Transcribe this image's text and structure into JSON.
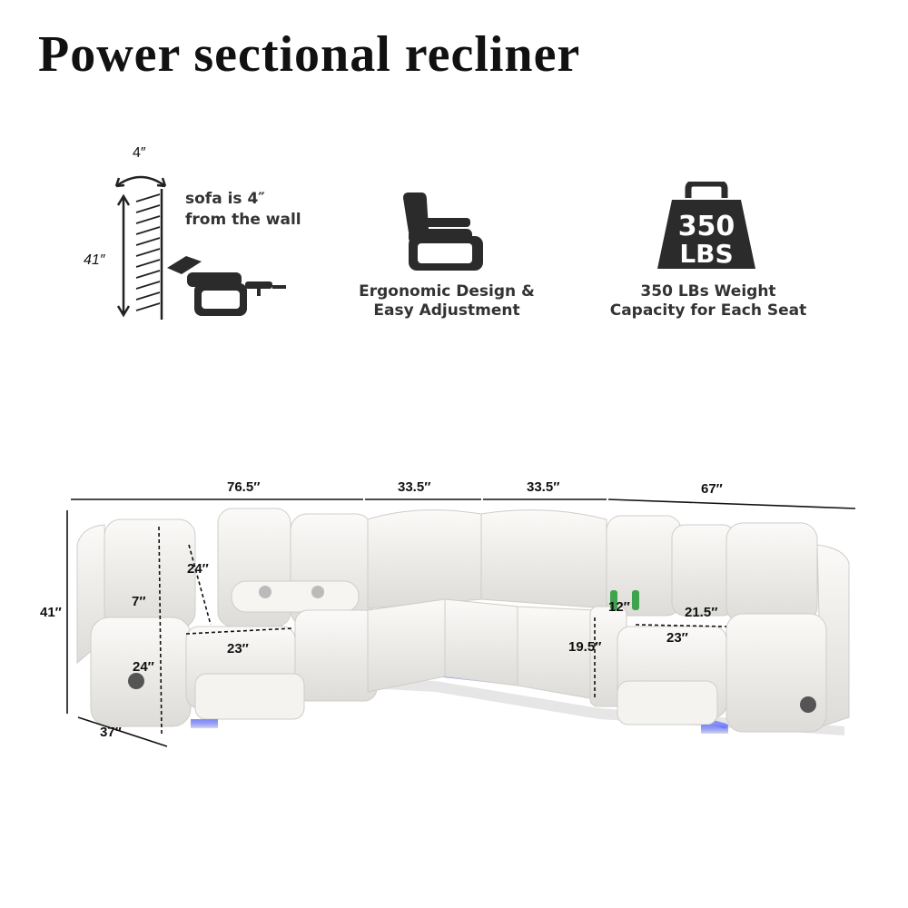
{
  "title": "Power sectional recliner",
  "features": [
    {
      "icon": "wall-clearance-icon",
      "top_label": "4″",
      "side_label": "41″",
      "line1": "sofa is 4″",
      "line2": "from the wall"
    },
    {
      "icon": "recliner-chair-icon",
      "line1": "Ergonomic Design &",
      "line2": "Easy Adjustment"
    },
    {
      "icon": "weight-capacity-icon",
      "badge_top": "350",
      "badge_bottom": "LBS",
      "line1": "350 LBs Weight",
      "line2": "Capacity for Each Seat"
    }
  ],
  "dimensions": {
    "top_left_width": "76.5″",
    "top_corner_left": "33.5″",
    "top_corner_right": "33.5″",
    "top_right_width": "67″",
    "overall_height": "41″",
    "overall_depth": "37″",
    "back_height": "24″",
    "armrest_width": "7″",
    "seat_height": "24″",
    "seat_width_left": "23″",
    "console_width": "12″",
    "console_height": "19.5″",
    "seat_depth_right": "21.5″",
    "seat_width_right": "23″"
  },
  "colors": {
    "sofa_white": "#f3f2ef",
    "sofa_shadow": "#d9d7d3",
    "led_blue": "#5b6cff",
    "icon_dark": "#2b2b2b"
  }
}
